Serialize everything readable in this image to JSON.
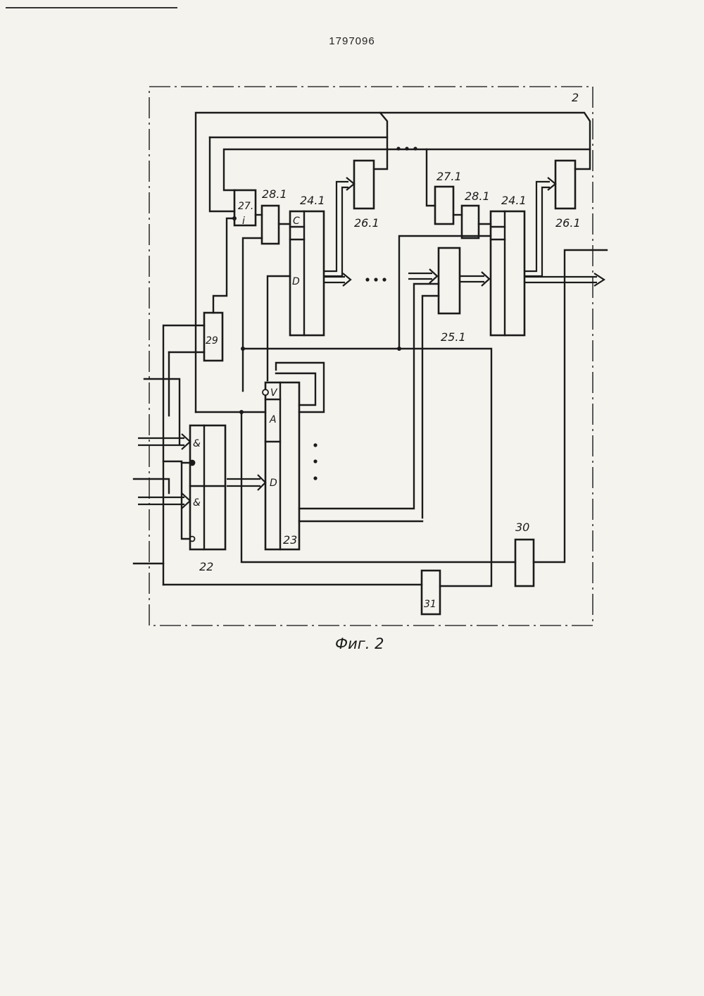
{
  "page_number": "1797096",
  "caption": "Фиг. 2",
  "frame_label": "2",
  "blocks": {
    "b22": "22",
    "b23": "23",
    "b24a": "24.1",
    "b24b": "24.1",
    "b25": "25.1",
    "b26a": "26.1",
    "b26b": "26.1",
    "b27a": "27.",
    "b27a_sub": "i",
    "b27b": "27.1",
    "b28a": "28.1",
    "b28b": "28.1",
    "b29": "29",
    "b30": "30",
    "b31": "31"
  },
  "pins": {
    "and1": "&",
    "and2": "&",
    "v": "V",
    "a": "A",
    "d23": "D",
    "c24": "C",
    "d24": "D"
  }
}
